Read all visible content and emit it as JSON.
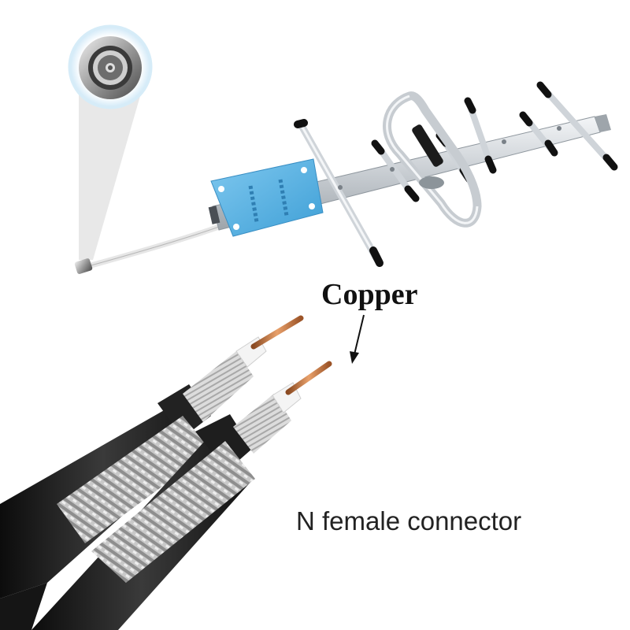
{
  "labels": {
    "copper": "Copper",
    "connector": "N female connector"
  },
  "colors": {
    "background": "#ffffff",
    "panel": "#5bb5e6",
    "aluminum": "#d4d8dc",
    "cable_jacket": "#1a1a1a",
    "braid": "#b8b8b8",
    "copper": "#c9773d"
  },
  "objects": {
    "antenna": "yagi-antenna",
    "connector_closeup": "n-female-connector-icon",
    "cables": "coaxial-cable-pair"
  }
}
